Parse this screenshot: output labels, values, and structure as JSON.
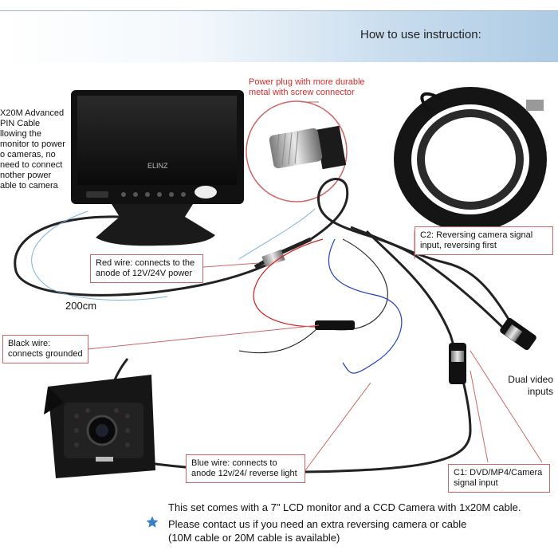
{
  "header": {
    "title": "How to use instruction:"
  },
  "monitor_cable_note": [
    "X20M Advanced",
    "PIN Cable",
    "llowing the",
    "monitor to power",
    "o cameras, no",
    "need to connect",
    "nother power",
    "able to camera"
  ],
  "power_plug_note": [
    "Power plug with more durable",
    "metal with screw connector"
  ],
  "red_wire_note": [
    "Red wire: connects to the",
    "anode of 12V/24V power"
  ],
  "cable_length": "200cm",
  "black_wire_note": [
    "Black wire:",
    "connects grounded"
  ],
  "c2_note": [
    "C2: Reversing camera signal",
    "input, reversing first"
  ],
  "dual_video_note": [
    "Dual video",
    "inputs"
  ],
  "blue_wire_note": [
    "Blue wire: connects to",
    "anode 12v/24/ reverse light"
  ],
  "c1_note": [
    "C1: DVD/MP4/Camera",
    "signal input"
  ],
  "monitor_brand": "ELINZ",
  "footer": {
    "line1": "This set comes with a 7\" LCD monitor and a CCD Camera with 1x20M cable.",
    "line2": "Please contact us if you need an extra reversing camera or cable",
    "line3": "(10M cable or 20M cable is available)"
  },
  "colors": {
    "callout_border": "#cc6666",
    "accent_red": "#d62b2b",
    "star_blue": "#3a7fc4",
    "header_blue": "#aecbe4"
  }
}
